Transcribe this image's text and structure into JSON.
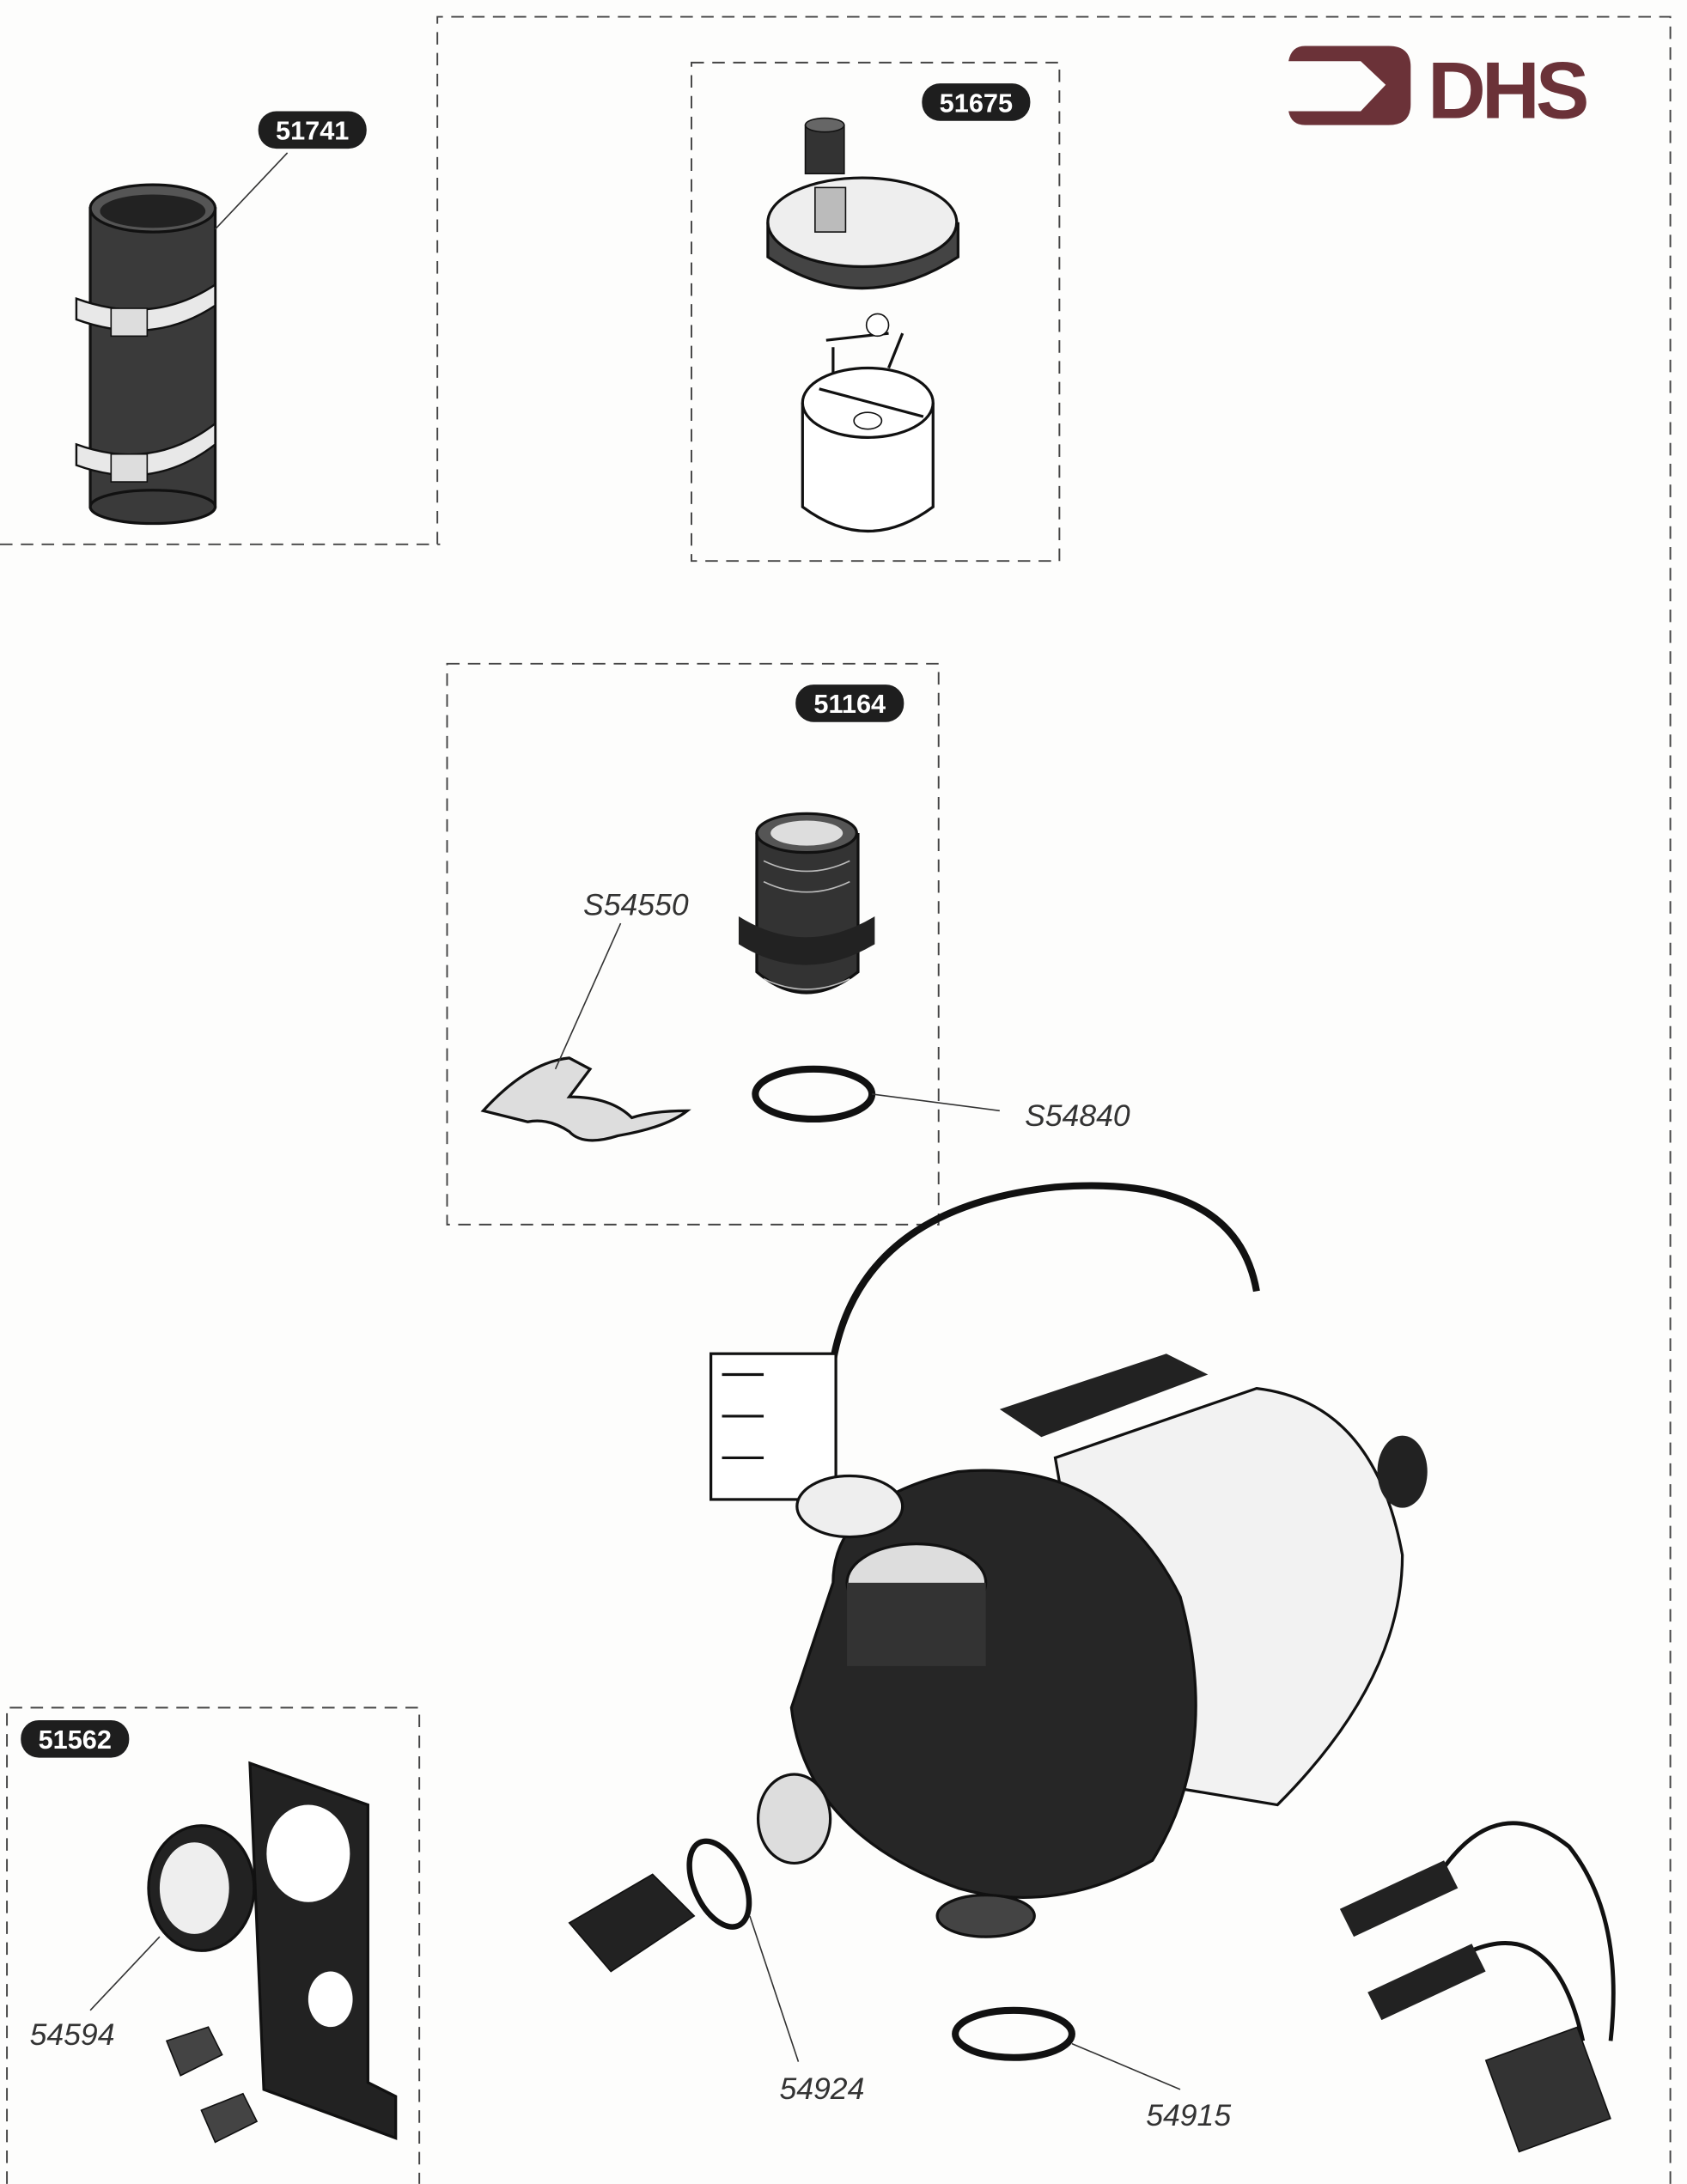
{
  "logo": {
    "text": "DHS",
    "color": "#6b3238"
  },
  "parts": {
    "hose_kit": "51741",
    "valve_kit": "51675",
    "fitting_kit": "51164",
    "clip": "S54550",
    "o_ring_fitting": "S54840",
    "bracket_kit": "51562",
    "seal": "54594",
    "o_ring_drain": "54924",
    "o_ring_outlet": "54915"
  }
}
